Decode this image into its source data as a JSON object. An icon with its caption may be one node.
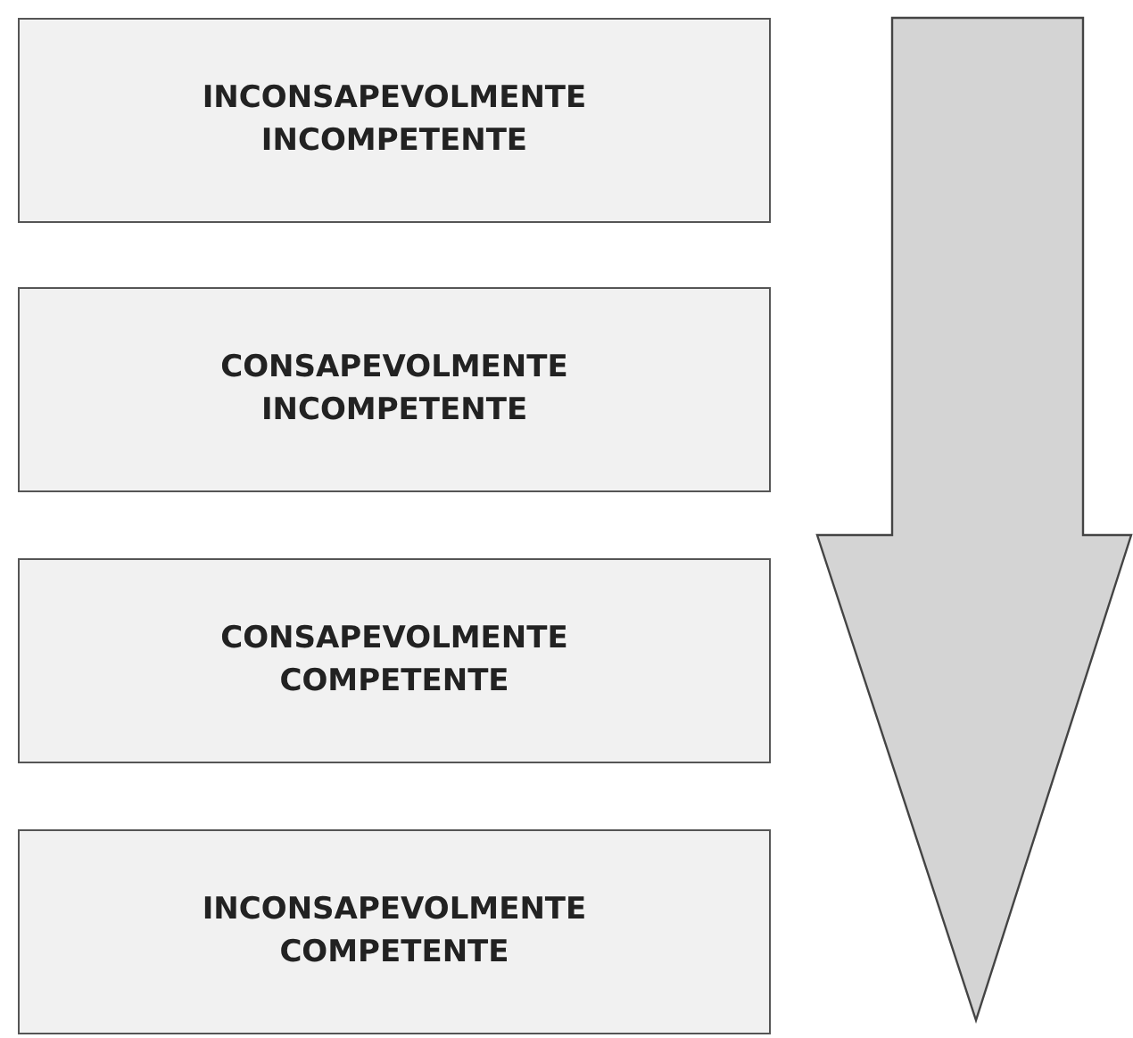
{
  "diagram": {
    "nodes": [
      {
        "text": [
          "INCONSAPEVOLMENTE INCOMPETENTE"
        ]
      },
      {
        "text": [
          "CONSAPEVOLMENTE INCOMPETENTE"
        ]
      },
      {
        "text": [
          "CONSAPEVOLMENTE COMPETENTE"
        ]
      },
      {
        "text": [
          "INCONSAPEVOLMENTE COMPETENTE"
        ]
      }
    ]
  }
}
